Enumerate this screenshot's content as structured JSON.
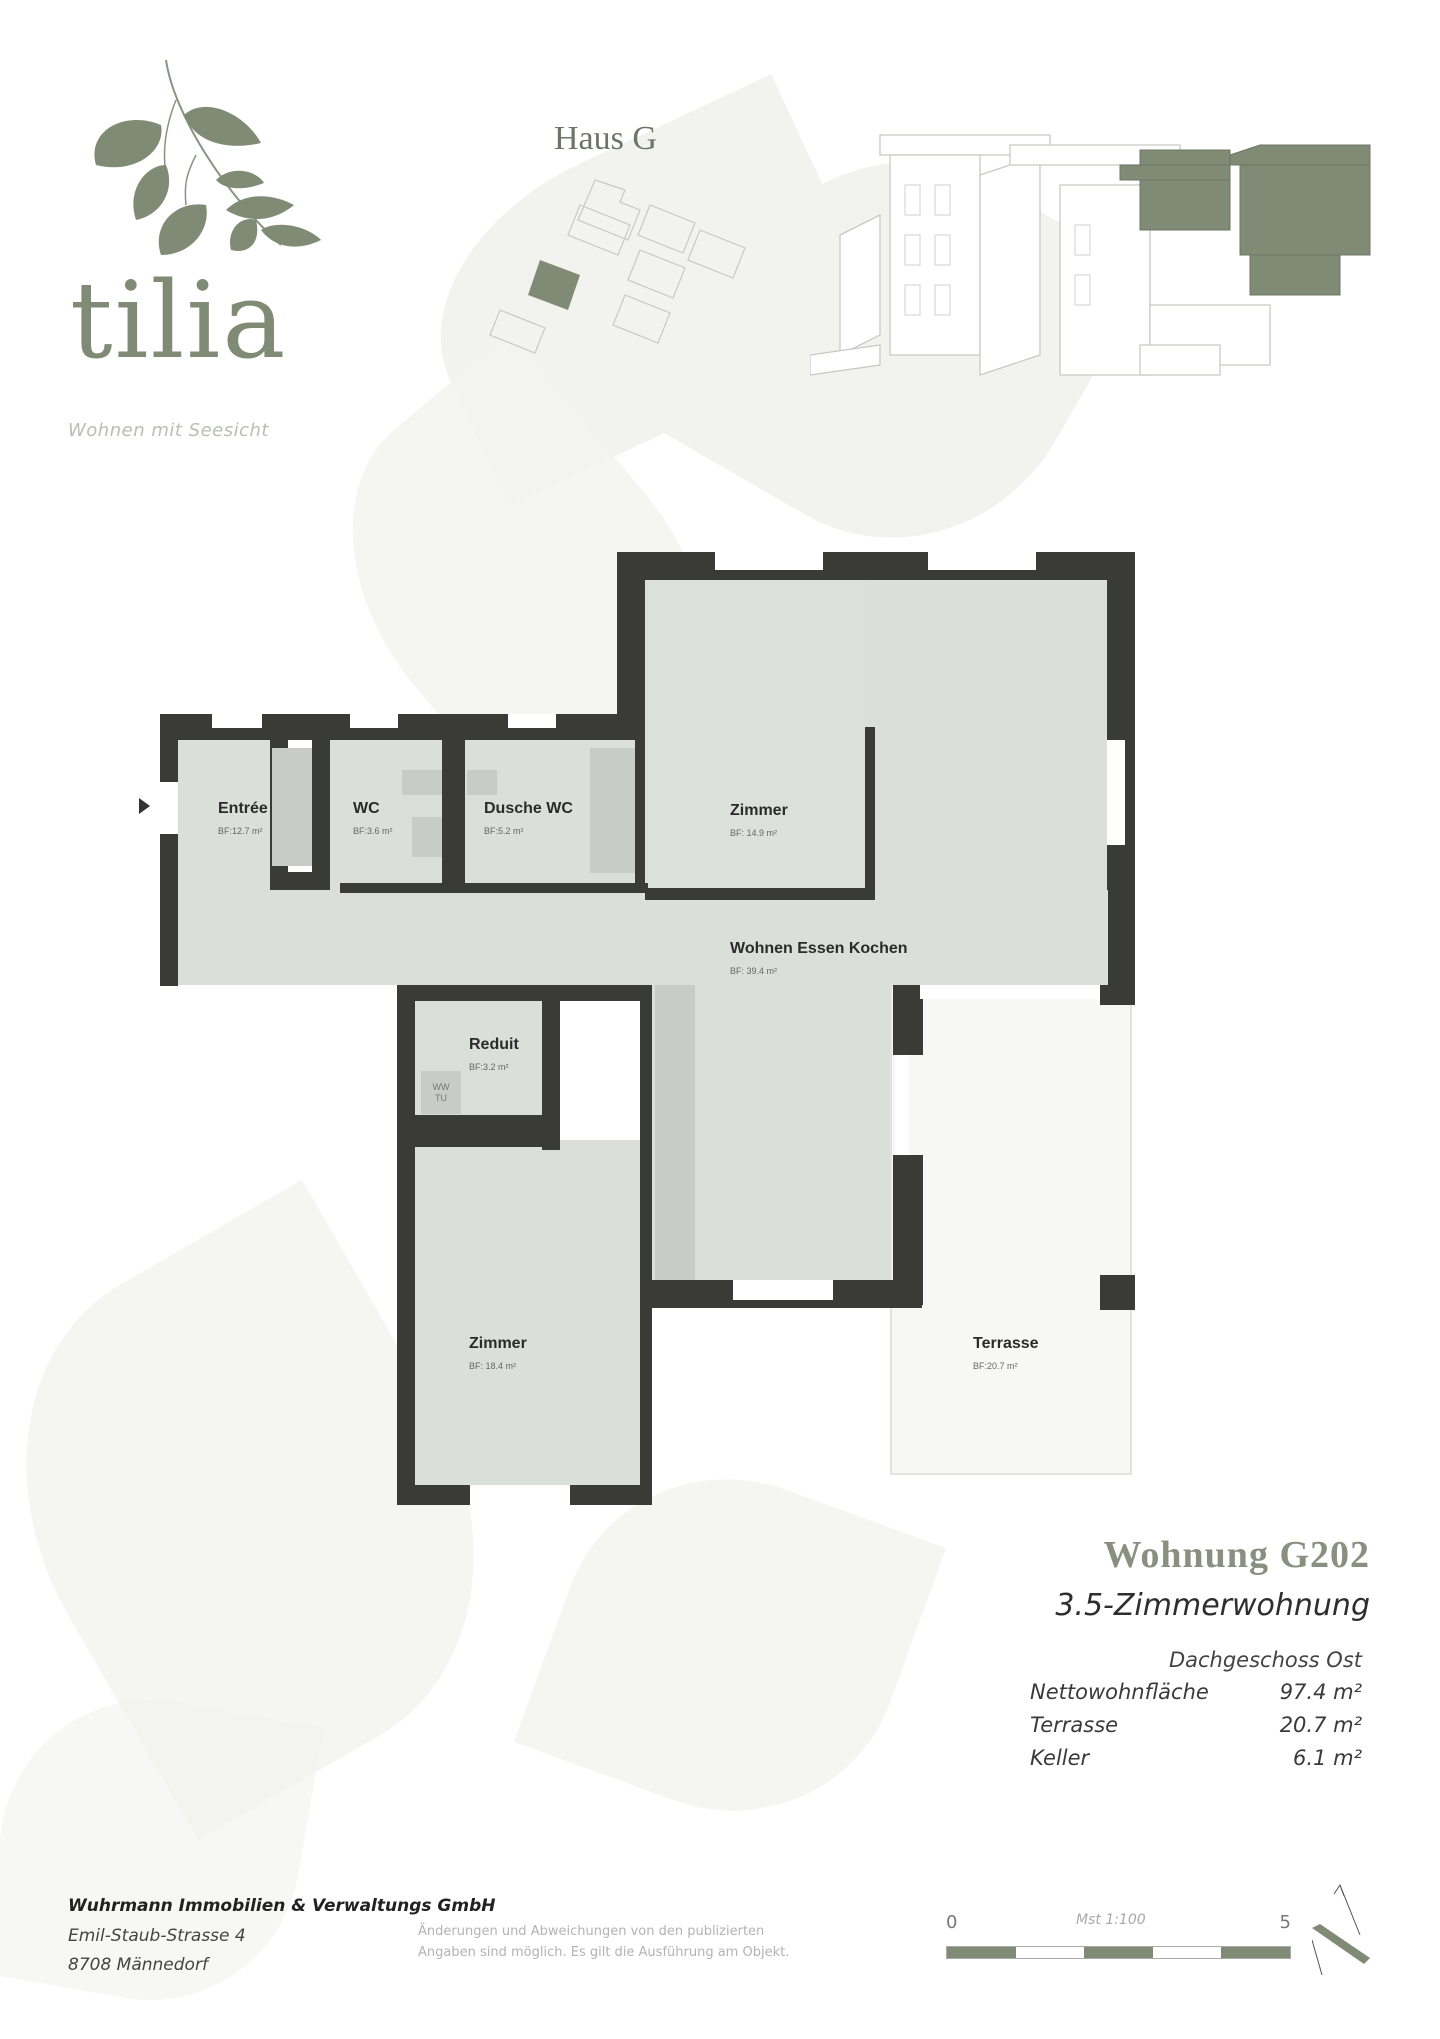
{
  "brand": {
    "name": "tilia",
    "tagline": "Wohnen mit Seesicht",
    "accent_color": "#7f8b74"
  },
  "building": {
    "label": "Haus G",
    "highlight_color": "#7f8b74"
  },
  "rooms": [
    {
      "name": "Entrée",
      "area": "BF:12.7 m²"
    },
    {
      "name": "WC",
      "area": "BF:3.6 m²"
    },
    {
      "name": "Dusche WC",
      "area": "BF:5.2 m²"
    },
    {
      "name": "Zimmer",
      "area": "BF: 14.9 m²"
    },
    {
      "name": "Wohnen Essen Kochen",
      "area": "BF: 39.4 m²"
    },
    {
      "name": "Reduit",
      "area": "BF:3.2 m²"
    },
    {
      "name": "Zimmer",
      "area": "BF: 18.4 m²"
    },
    {
      "name": "Terrasse",
      "area": "BF:20.7 m²"
    }
  ],
  "fixtures": {
    "washer_dryer": {
      "line1": "WW",
      "line2": "TU"
    }
  },
  "apartment": {
    "title": "Wohnung G202",
    "subtitle": "3.5-Zimmerwohnung",
    "floor": "Dachgeschoss Ost",
    "specs": [
      {
        "label": "Nettowohnfläche",
        "value": "97.4 m²"
      },
      {
        "label": "Terrasse",
        "value": "20.7 m²"
      },
      {
        "label": "Keller",
        "value": "6.1 m²"
      }
    ]
  },
  "footer": {
    "company": "Wuhrmann Immobilien & Verwaltungs GmbH",
    "street": "Emil-Staub-Strasse 4",
    "city": "8708 Männedorf",
    "disclaimer_line1": "Änderungen und Abweichungen von den publizierten",
    "disclaimer_line2": "Angaben sind möglich. Es gilt die Ausführung am Objekt."
  },
  "scale": {
    "start": "0",
    "end": "5",
    "label": "Mst 1:100"
  }
}
